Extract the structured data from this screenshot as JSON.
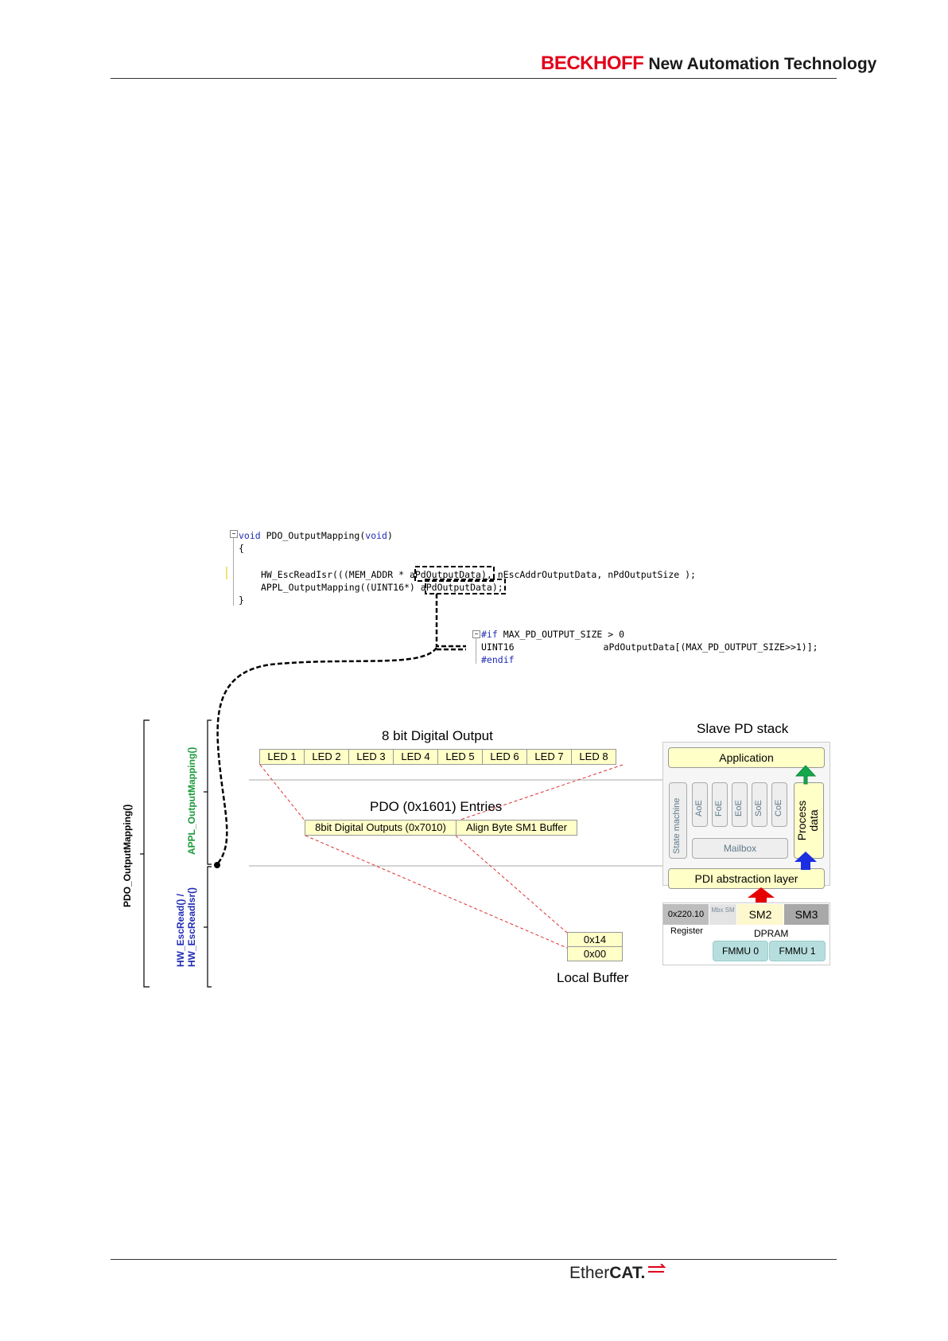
{
  "header": {
    "brand_name": "BECKHOFF",
    "tagline": "New Automation Technology"
  },
  "footer": {
    "logo_ether": "Ether",
    "logo_cat": "CAT."
  },
  "code_mapping": {
    "line1_kw": "void",
    "line1_rest": " PDO_OutputMapping(",
    "line1_kw2": "void",
    "line1_end": ")",
    "line2": "{",
    "line3_pre": "HW_EscReadIsr(((MEM_ADDR * ",
    "line3_var": "aPdOutputData",
    "line3_post": "), nEscAddrOutputData, nPdOutputSize );",
    "line4_pre": "APPL_OutputMapping((UINT16*) ",
    "line4_var": "aPdOutputData",
    "line4_post": ");",
    "line5": "}"
  },
  "code_decl": {
    "line1_kw": "#if",
    "line1_rest": " MAX_PD_OUTPUT_SIZE > 0",
    "line2_type": "UINT16",
    "line2_rest": "aPdOutputData[(MAX_PD_OUTPUT_SIZE>>1)];",
    "line3_kw": "#endif"
  },
  "diagram": {
    "left_labels": {
      "pdo_output_mapping": "PDO_OutputMapping()",
      "appl_output_mapping": "APPL_OutputMapping()",
      "hw_esc_read_line1": "HW_EscRead() /",
      "hw_esc_read_line2": "HW_EscReadIsr()"
    },
    "digital_output_title": "8 bit Digital Output",
    "leds": [
      "LED 1",
      "LED 2",
      "LED 3",
      "LED 4",
      "LED 5",
      "LED 6",
      "LED 7",
      "LED 8"
    ],
    "pdo_title": "PDO (0x1601) Entries",
    "pdo_entries": [
      "8bit Digital Outputs (0x7010)",
      "Align Byte SM1 Buffer"
    ],
    "local_buffer_values": [
      "0x14",
      "0x00"
    ],
    "local_buffer_label": "Local  Buffer",
    "stack": {
      "title": "Slave PD stack",
      "application": "Application",
      "state_machine": "State machine",
      "protocols": [
        "AoE",
        "FoE",
        "EoE",
        "SoE",
        "CoE"
      ],
      "mailbox": "Mailbox",
      "process_data": "Process data",
      "pdi": "PDI abstraction layer",
      "register_value": "0x220.10",
      "register_label": "Register",
      "mbx_sm": "Mbx SM",
      "sm2": "SM2",
      "sm3": "SM3",
      "dpram": "DPRAM",
      "fmmu0": "FMMU 0",
      "fmmu1": "FMMU 1"
    }
  },
  "colors": {
    "brand_red": "#e2001a",
    "green_label": "#1a9a3a",
    "blue_label": "#1f2bb5",
    "cell_yellow": "#ffffc8",
    "arrow_green": "#13a84a",
    "arrow_blue": "#1b2ee0",
    "arrow_red": "#e60000",
    "fmmu_teal": "#b7dede"
  }
}
